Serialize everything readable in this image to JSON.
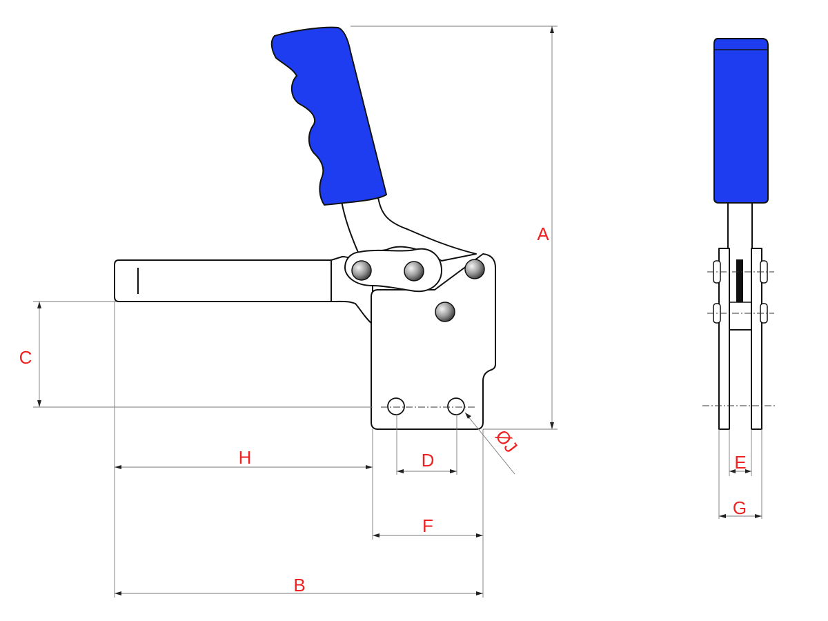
{
  "colors": {
    "handle": "#1f3df0",
    "label": "#ee2222",
    "outline": "#111111"
  },
  "labels": {
    "a": "A",
    "b": "B",
    "c": "C",
    "d": "D",
    "e": "E",
    "f": "F",
    "g": "G",
    "h": "H",
    "j": "ØJ"
  }
}
